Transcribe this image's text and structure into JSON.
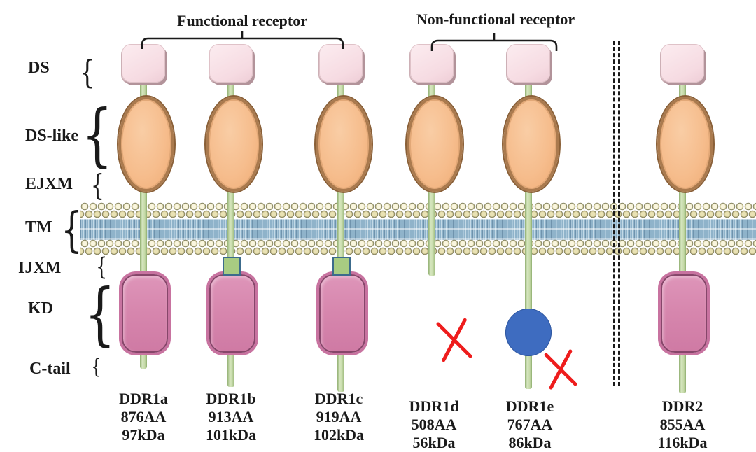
{
  "figure": {
    "group_labels": [
      {
        "id": "functional",
        "text": "Functional receptor"
      },
      {
        "id": "nonfunctional",
        "text": "Non-functional receptor"
      }
    ],
    "domain_labels": [
      "DS",
      "DS-like",
      "EJXM",
      "TM",
      "IJXM",
      "KD",
      "C-tail"
    ],
    "receptors": [
      {
        "name": "DDR1a",
        "length": "876AA",
        "mass": "97kDa"
      },
      {
        "name": "DDR1b",
        "length": "913AA",
        "mass": "101kDa"
      },
      {
        "name": "DDR1c",
        "length": "919AA",
        "mass": "102kDa"
      },
      {
        "name": "DDR1d",
        "length": "508AA",
        "mass": "56kDa"
      },
      {
        "name": "DDR1e",
        "length": "767AA",
        "mass": "86kDa"
      },
      {
        "name": "DDR2",
        "length": "855AA",
        "mass": "116kDa"
      }
    ],
    "icons": {
      "missing_kinase_mark": "red-x-icon",
      "inactive_kinase_mark": "blue-circle-icon",
      "species_separator": "dashed-double-line"
    },
    "colors": {
      "ds_fill": "#f6dbe2",
      "ds_shadow": "#b2939a",
      "ds_like_fill": "#f6bd8d",
      "ds_like_border": "#aa7a4e",
      "stem_green": "#c8dcab",
      "membrane_head": "#e9e2b4",
      "membrane_tails": "#9cb9cf",
      "ijxm_fill": "#a8cc82",
      "ijxm_border": "#3c6b8c",
      "kd_fill": "#d787ae",
      "kd_border": "#86466a",
      "inactive_kinase_blue": "#3e6cc0",
      "cross_red": "#ee1c1c",
      "text": "#1a1a1a"
    }
  }
}
